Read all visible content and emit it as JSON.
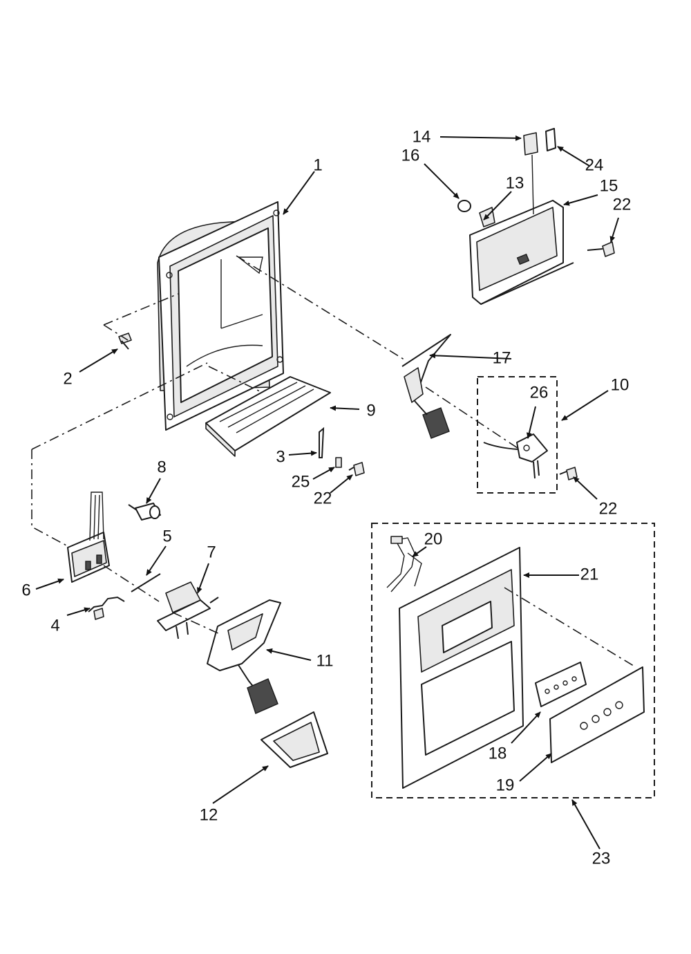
{
  "diagram": {
    "labels": {
      "p1": "1",
      "p2": "2",
      "p3": "3",
      "p4": "4",
      "p5": "5",
      "p6": "6",
      "p7": "7",
      "p8": "8",
      "p9": "9",
      "p10": "10",
      "p11": "11",
      "p12": "12",
      "p13": "13",
      "p14": "14",
      "p15": "15",
      "p16": "16",
      "p17": "17",
      "p18": "18",
      "p19": "19",
      "p20": "20",
      "p21": "21",
      "p22a": "22",
      "p22b": "22",
      "p22c": "22",
      "p23": "23",
      "p24": "24",
      "p25": "25",
      "p26": "26"
    },
    "colors": {
      "line": "#1a1a1a",
      "background": "#ffffff"
    }
  }
}
